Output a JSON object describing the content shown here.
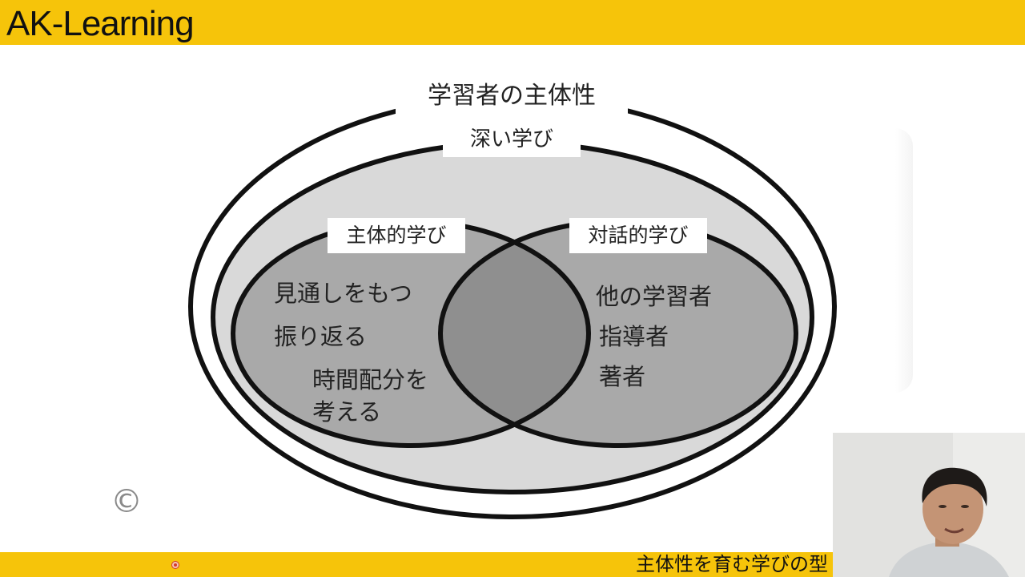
{
  "header": {
    "brand": "AK-Learning"
  },
  "footer": {
    "video_title": "主体性を育む学びの型"
  },
  "diagram": {
    "outer_label": "学習者の主体性",
    "inner_label": "深い学び",
    "left_circle": {
      "label": "主体的学び",
      "items": [
        "見通しをもつ",
        "振り返る",
        "時間配分を",
        "考える"
      ]
    },
    "right_circle": {
      "label": "対話的学び",
      "items": [
        "他の学習者",
        "指導者",
        "著者"
      ]
    }
  },
  "copyright_symbol": "©",
  "colors": {
    "bar_yellow": "#f6c40a",
    "inner_fill": "#d9d9d9",
    "circle_fill": "#a8a8a8",
    "overlap_fill": "#8e8e8e",
    "stroke": "#111111"
  }
}
